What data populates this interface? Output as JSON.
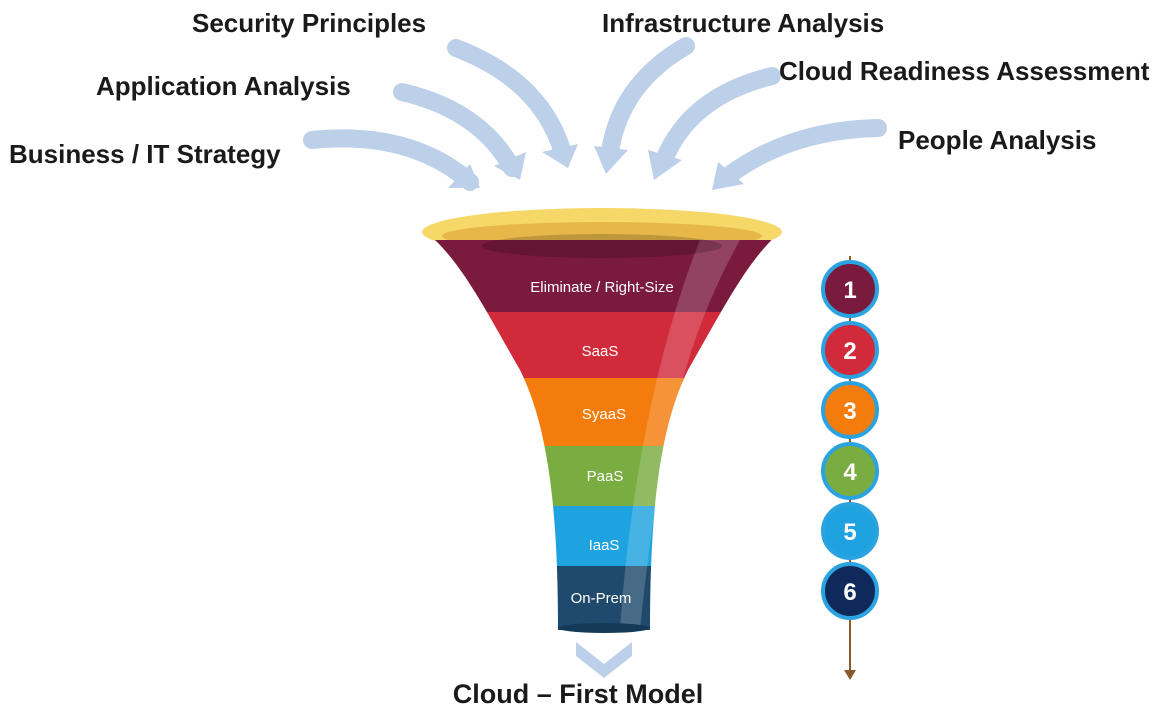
{
  "inputs": [
    "Security Principles",
    "Infrastructure Analysis",
    "Application Analysis",
    "Cloud Readiness Assessment",
    "Business / IT Strategy",
    "People Analysis"
  ],
  "funnel_layers": [
    {
      "label": "Eliminate / Right-Size",
      "color": "#7a1a3c"
    },
    {
      "label": "SaaS",
      "color": "#d12a3b"
    },
    {
      "label": "SyaaS",
      "color": "#f47c0d"
    },
    {
      "label": "PaaS",
      "color": "#79ad41"
    },
    {
      "label": "IaaS",
      "color": "#1ea3e0"
    },
    {
      "label": "On-Prem",
      "color": "#1f4a6d"
    }
  ],
  "steps": [
    {
      "number": "1",
      "color": "#7a1a3c"
    },
    {
      "number": "2",
      "color": "#d12a3b"
    },
    {
      "number": "3",
      "color": "#f47c0d"
    },
    {
      "number": "4",
      "color": "#79ad41"
    },
    {
      "number": "5",
      "color": "#1ea3e0"
    },
    {
      "number": "6",
      "color": "#0f2a5a"
    }
  ],
  "output": "Cloud – First Model",
  "colors": {
    "arrow": "#bcd0ea",
    "funnel_rim": "#f5d867",
    "step_ring": "#2aa3e0",
    "step_line": "#8a5a2b"
  }
}
